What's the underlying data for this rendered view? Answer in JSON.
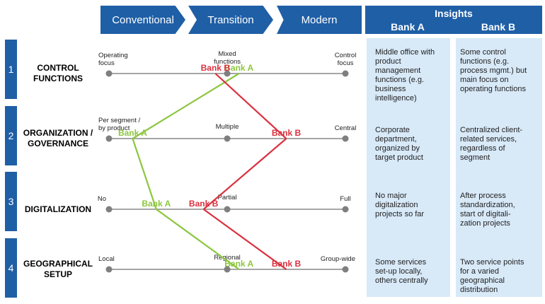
{
  "header": {
    "stages": [
      "Conventional",
      "Transition",
      "Modern"
    ],
    "insights_title": "Insights",
    "bank_a": "Bank A",
    "bank_b": "Bank B"
  },
  "rows": [
    {
      "number": "1",
      "title_lines": [
        "CONTROL",
        "FUNCTIONS"
      ],
      "left_label": [
        "Operating",
        "focus"
      ],
      "mid_label": [
        "Mixed",
        "functions"
      ],
      "right_label": [
        "Control",
        "focus"
      ],
      "insight_a": [
        "Middle office with",
        "product",
        "management",
        "functions (e.g.",
        "business",
        "intelligence)"
      ],
      "insight_b": [
        "Some control",
        "functions (e.g.",
        "process mgmt.) but",
        "main focus on",
        "operating functions"
      ]
    },
    {
      "number": "2",
      "title_lines": [
        "ORGANIZATION /",
        "GOVERNANCE"
      ],
      "left_label": [
        "Per segment /",
        "by product"
      ],
      "mid_label": [
        "Multiple"
      ],
      "right_label": [
        "Central"
      ],
      "insight_a": [
        "Corporate",
        "department,",
        "organized by",
        "target product"
      ],
      "insight_b": [
        "Centralized client-",
        "related services,",
        "regardless of",
        "segment"
      ]
    },
    {
      "number": "3",
      "title_lines": [
        "DIGITALIZATION"
      ],
      "left_label": [
        "No"
      ],
      "mid_label": [
        "Partial"
      ],
      "right_label": [
        "Full"
      ],
      "insight_a": [
        "No major",
        "digitalization",
        "projects so far"
      ],
      "insight_b": [
        "After process",
        "standardization,",
        "start of digitali-",
        "zation projects"
      ]
    },
    {
      "number": "4",
      "title_lines": [
        "GEOGRAPHICAL",
        "SETUP"
      ],
      "left_label": [
        "Local"
      ],
      "mid_label": [
        "Regional"
      ],
      "right_label": [
        "Group-wide"
      ],
      "insight_a": [
        "Some services",
        "set-up locally,",
        "others centrally"
      ],
      "insight_b": [
        "Two service points",
        "for a varied",
        "geographical",
        "distribution"
      ]
    }
  ],
  "positions": {
    "bank_a": [
      0.55,
      0.1,
      0.2,
      0.55
    ],
    "bank_b": [
      0.45,
      0.75,
      0.4,
      0.75
    ]
  },
  "colors": {
    "header_blue": "#1f5fa6",
    "panel_blue": "#d8e9f8",
    "bank_a": "#8cc63f",
    "bank_b": "#d9313f",
    "track": "#a6a6a6"
  }
}
